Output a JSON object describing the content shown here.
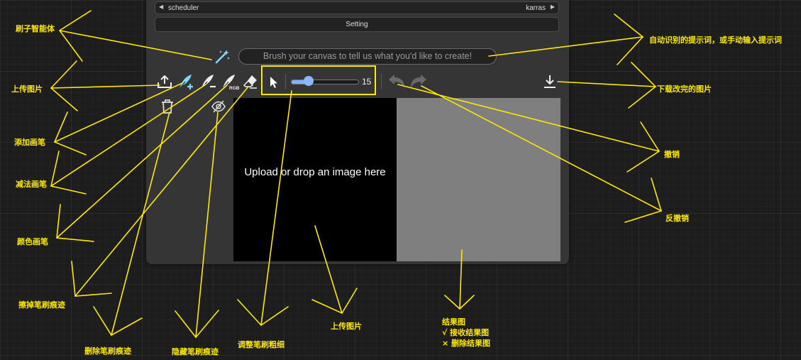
{
  "node": {
    "scheduler_label": "scheduler",
    "scheduler_value": "karras",
    "setting_button": "Setting",
    "prompt_placeholder": "Brush your canvas to tell us what you'd like to create!",
    "brush_size": "15",
    "upload_message": "Upload or drop an image here"
  },
  "annotations": {
    "magic_wand": "刷子智能体",
    "upload_image": "上传图片",
    "add_brush": "添加画笔",
    "subtract_brush": "减法画笔",
    "color_brush": "颜色画笔",
    "erase_strokes": "擦掉笔刷痕迹",
    "delete_strokes": "删除笔刷痕迹",
    "hide_strokes": "隐藏笔刷痕迹",
    "adjust_brush_size": "调整笔刷粗细",
    "upload_image_canvas": "上传图片",
    "result_title": "结果图",
    "result_accept": "√  接收结果图",
    "result_delete": "×  删除结果图",
    "prompt_hint": "自动识别的提示词，或手动输入提示词",
    "download": "下载改完的图片",
    "undo": "撤销",
    "redo": "反撤销"
  },
  "colors": {
    "annotation": "#ffe900",
    "slider": "#7eb2ff",
    "magic_wand": "#7fd8ff",
    "canvas_result": "#7f7f7f"
  },
  "icons": [
    "magic-wand-icon",
    "upload-icon",
    "add-brush-icon",
    "subtract-brush-icon",
    "rgb-brush-icon",
    "eraser-icon",
    "trash-icon",
    "eye-off-icon",
    "pointer-icon",
    "undo-icon",
    "redo-icon",
    "download-icon"
  ]
}
